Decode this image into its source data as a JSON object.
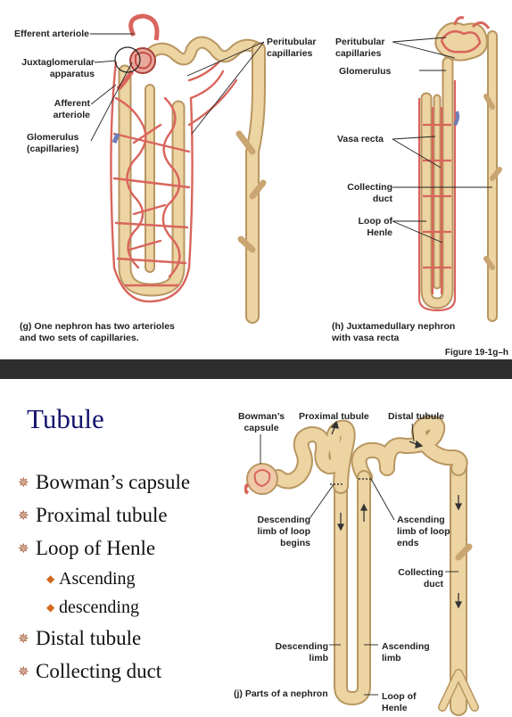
{
  "figure_top": {
    "panel_g": {
      "labels": {
        "efferent_arteriole": "Efferent arteriole",
        "juxtaglomerular_apparatus_1": "Juxtaglomerular",
        "juxtaglomerular_apparatus_2": "apparatus",
        "afferent_arteriole_1": "Afferent",
        "afferent_arteriole_2": "arteriole",
        "glomerulus_1": "Glomerulus",
        "glomerulus_2": "(capillaries)",
        "peritubular_1": "Peritubular",
        "peritubular_2": "capillaries"
      },
      "caption_letter": "(g)",
      "caption_line1": "One nephron has two arterioles",
      "caption_line2": "and two sets of capillaries."
    },
    "panel_h": {
      "labels": {
        "peritubular_1": "Peritubular",
        "peritubular_2": "capillaries",
        "glomerulus": "Glomerulus",
        "vasa_recta": "Vasa recta",
        "collecting_duct_1": "Collecting",
        "collecting_duct_2": "duct",
        "loop_of_henle_1": "Loop of",
        "loop_of_henle_2": "Henle"
      },
      "caption_letter": "(h)",
      "caption_line1": "Juxtamedullary nephron",
      "caption_line2": "with vasa recta"
    },
    "figure_number": "Figure 19-1g–h"
  },
  "slide": {
    "title": "Tubule",
    "bullets": [
      {
        "text": "Bowman’s capsule"
      },
      {
        "text": "Proximal tubule"
      },
      {
        "text": "Loop of Henle"
      },
      {
        "text": "Ascending"
      },
      {
        "text": "descending"
      },
      {
        "text": "Distal tubule"
      },
      {
        "text": "Collecting duct"
      }
    ],
    "diagram_j": {
      "labels": {
        "bowmans_1": "Bowman’s",
        "bowmans_2": "capsule",
        "proximal_tubule": "Proximal tubule",
        "distal_tubule": "Distal tubule",
        "desc_begins_1": "Descending",
        "desc_begins_2": "limb of loop",
        "desc_begins_3": "begins",
        "asc_ends_1": "Ascending",
        "asc_ends_2": "limb of loop",
        "asc_ends_3": "ends",
        "collecting_duct_1": "Collecting",
        "collecting_duct_2": "duct",
        "descending_limb_1": "Descending",
        "descending_limb_2": "limb",
        "ascending_limb_1": "Ascending",
        "ascending_limb_2": "limb",
        "loop_of_henle_1": "Loop of",
        "loop_of_henle_2": "Henle"
      },
      "caption_letter": "(j)",
      "caption_text": "Parts of a nephron"
    }
  },
  "colors": {
    "tubule": "#e8cf9c",
    "tubule_edge": "#b89660",
    "vessel": "#dc6b62",
    "vessel_edge": "#a8403a",
    "vein": "#6d7fb8",
    "title": "#14146e",
    "divider": "#2e2e2e"
  }
}
